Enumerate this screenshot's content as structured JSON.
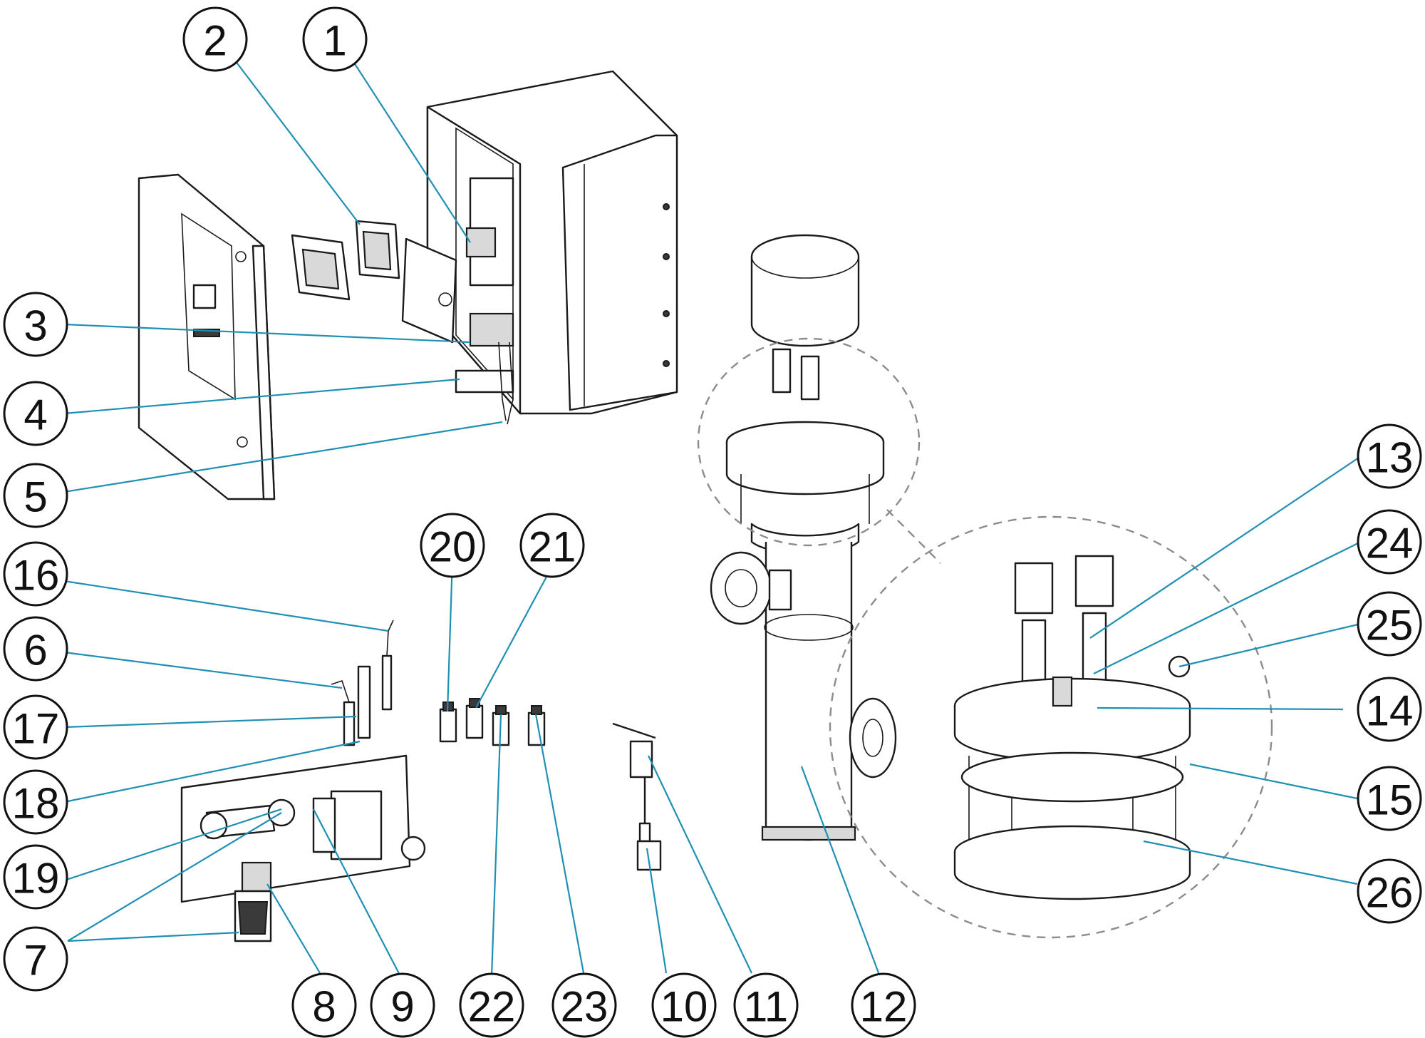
{
  "diagram": {
    "type": "exploded-parts-view",
    "leader_color": "#1f8fb4",
    "callouts": [
      {
        "id": "c1",
        "label": "1"
      },
      {
        "id": "c2",
        "label": "2"
      },
      {
        "id": "c3",
        "label": "3"
      },
      {
        "id": "c4",
        "label": "4"
      },
      {
        "id": "c5",
        "label": "5"
      },
      {
        "id": "c16",
        "label": "16"
      },
      {
        "id": "c6",
        "label": "6"
      },
      {
        "id": "c17",
        "label": "17"
      },
      {
        "id": "c18",
        "label": "18"
      },
      {
        "id": "c19",
        "label": "19"
      },
      {
        "id": "c7",
        "label": "7"
      },
      {
        "id": "c8",
        "label": "8"
      },
      {
        "id": "c9",
        "label": "9"
      },
      {
        "id": "c20",
        "label": "20"
      },
      {
        "id": "c21",
        "label": "21"
      },
      {
        "id": "c22",
        "label": "22"
      },
      {
        "id": "c23",
        "label": "23"
      },
      {
        "id": "c10",
        "label": "10"
      },
      {
        "id": "c11",
        "label": "11"
      },
      {
        "id": "c12",
        "label": "12"
      },
      {
        "id": "c13",
        "label": "13"
      },
      {
        "id": "c24",
        "label": "24"
      },
      {
        "id": "c25",
        "label": "25"
      },
      {
        "id": "c14",
        "label": "14"
      },
      {
        "id": "c15",
        "label": "15"
      },
      {
        "id": "c26",
        "label": "26"
      }
    ]
  }
}
